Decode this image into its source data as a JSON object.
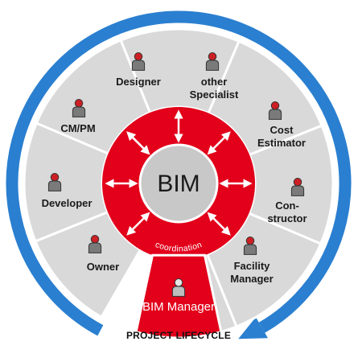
{
  "center": {
    "label": "BIM"
  },
  "hub": {
    "label": "coordination"
  },
  "manager": {
    "label": "BIM Manager",
    "icon": "person-icon"
  },
  "lifecycle": {
    "label": "PROJECT LIFECYCLE"
  },
  "roles": [
    {
      "id": "designer",
      "lines": [
        "Designer"
      ]
    },
    {
      "id": "other-specialist",
      "lines": [
        "other",
        "Specialist"
      ]
    },
    {
      "id": "cost-estimator",
      "lines": [
        "Cost",
        "Estimator"
      ]
    },
    {
      "id": "constructor",
      "lines": [
        "Con-",
        "structor"
      ]
    },
    {
      "id": "facility-manager",
      "lines": [
        "Facility",
        "Manager"
      ]
    },
    {
      "id": "owner",
      "lines": [
        "Owner"
      ]
    },
    {
      "id": "developer",
      "lines": [
        "Developer"
      ]
    },
    {
      "id": "cm-pm",
      "lines": [
        "CM/PM"
      ]
    }
  ],
  "colors": {
    "lifecycle_ring": "#2a7fd0",
    "segment": "#d9d9d9",
    "segment_border": "#ffffff",
    "hub_red": "#e2001a",
    "center_gray": "#c8c8c8",
    "icon_head": "#cc1f24",
    "icon_body": "#7a7a7a"
  }
}
